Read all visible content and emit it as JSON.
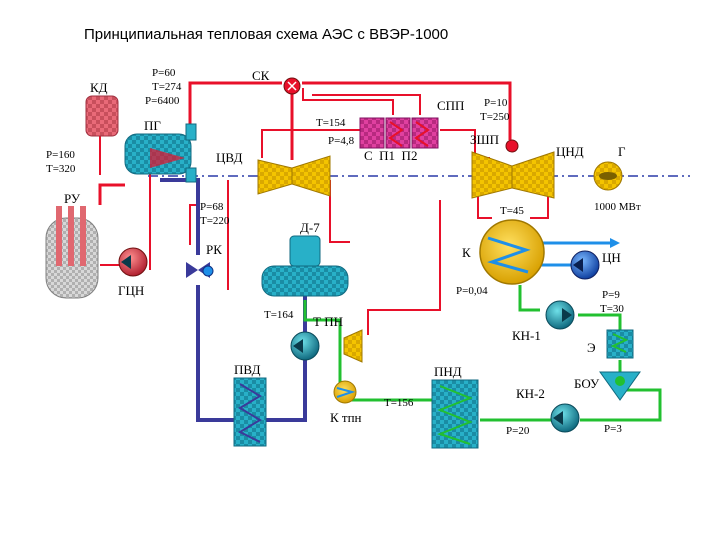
{
  "title": "Принципиальная тепловая схема АЭС с ВВЭР-1000",
  "colors": {
    "steam": "#e8102a",
    "condensate": "#22c030",
    "feedwater": "#3a3a9a",
    "cooling": "#1e8fe8",
    "axis": "#2a3aa8",
    "turbine": "#f4c400",
    "vessel": "#28b0c8",
    "pressurizer": "#e06870"
  },
  "labels": {
    "kd": "КД",
    "kd_params": [
      "P=60",
      "T=274",
      "P=6400"
    ],
    "pg": "ПГ",
    "pg_params": [
      "P=160",
      "T=320"
    ],
    "ru": "РУ",
    "gcn": "ГЦН",
    "sk": "СК",
    "t154": "T=154",
    "p48": "P=4,8",
    "spp": "СПП",
    "spp_params": [
      "P=10",
      "T=250"
    ],
    "cvd": "ЦВД",
    "s_p1_p2": "С  П1  П2",
    "zshch": "ЗШП",
    "cnd": "ЦНД",
    "g": "Г",
    "power": "1000 МВт",
    "t45": "T=45",
    "d7": "Д-7",
    "p68_t220": [
      "P=68",
      "T=220"
    ],
    "rk": "РК",
    "k": "К",
    "cn": "ЦН",
    "p004": "P=0,04",
    "pt_params": [
      "P=9",
      "T=30"
    ],
    "t164": "T=164",
    "tpn": "Т ПН",
    "kn1": "КН-1",
    "e": "Э",
    "pvd": "ПВД",
    "pnd": "ПНД",
    "boy": "БОУ",
    "kn2": "КН-2",
    "t156": "T=156",
    "ktpn": "К тпн",
    "p20": "P=20",
    "p3": "P=3"
  }
}
